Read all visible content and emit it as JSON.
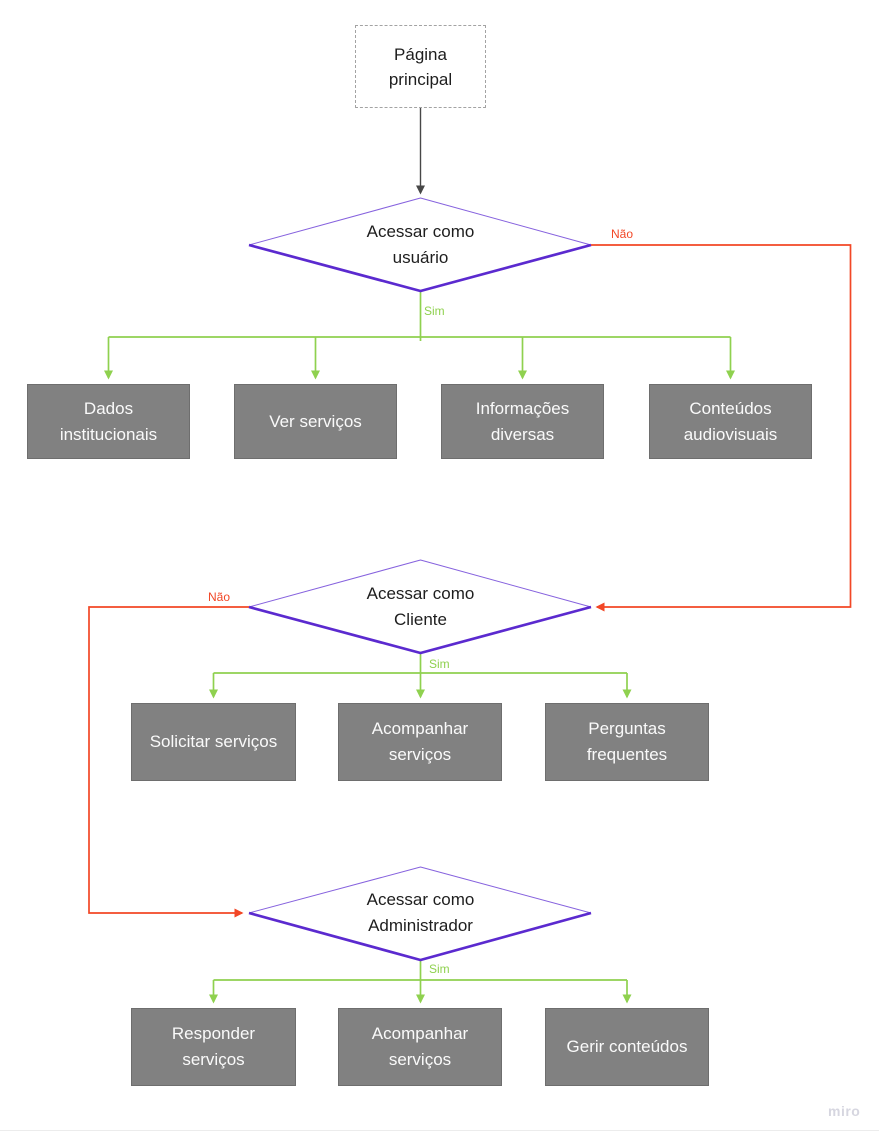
{
  "palette": {
    "canvas": "#FFFFFF",
    "purple_dark": "#5B2ACF",
    "purple_light": "#8662DE",
    "green": "#8FD14F",
    "red": "#F24726",
    "connector_dark": "#474747",
    "box_fill": "#818181",
    "box_border": "#6E6E6E",
    "box_text": "#FAFAFA",
    "text_dark": "#1E1E1E",
    "dashed_border": "#A3A3A3",
    "watermark": "#D6D6E0",
    "hairline": "#ECECEC"
  },
  "flowchart": {
    "start": {
      "label": "Página principal"
    },
    "decisions": [
      {
        "id": "user",
        "label": "Acessar como usuário",
        "yes": "Sim",
        "no": "Não"
      },
      {
        "id": "client",
        "label": "Acessar como Cliente",
        "yes": "Sim",
        "no": "Não"
      },
      {
        "id": "admin",
        "label": "Acessar como Administrador",
        "yes": "Sim"
      }
    ],
    "user_options": [
      {
        "label": "Dados institucionais"
      },
      {
        "label": "Ver serviços"
      },
      {
        "label": "Informações diversas"
      },
      {
        "label": "Conteúdos audiovisuais"
      }
    ],
    "client_options": [
      {
        "label": "Solicitar serviços"
      },
      {
        "label": "Acompanhar serviços"
      },
      {
        "label": "Perguntas frequentes"
      }
    ],
    "admin_options": [
      {
        "label": "Responder serviços"
      },
      {
        "label": "Acompanhar serviços"
      },
      {
        "label": "Gerir conteúdos"
      }
    ]
  },
  "watermark": {
    "label": "miro"
  }
}
